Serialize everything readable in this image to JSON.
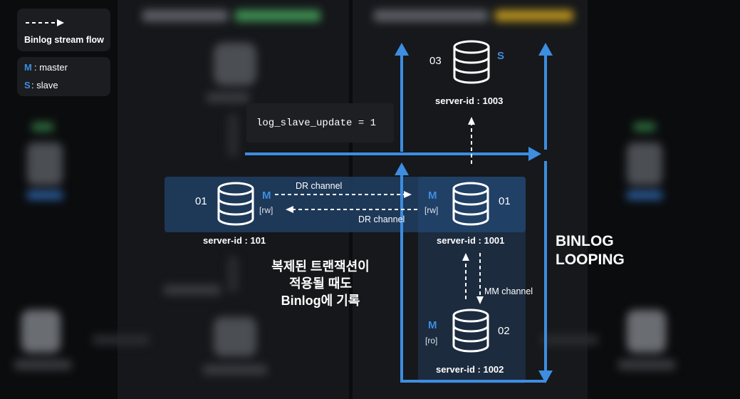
{
  "legend": {
    "stream_label": "Binlog stream flow",
    "master_key": "M",
    "master_label": ": master",
    "slave_key": "S",
    "slave_label": ": slave"
  },
  "code_box": "log_slave_update = 1",
  "servers": {
    "s101": {
      "num": "01",
      "mark": "M",
      "mode": "[rw]",
      "id": "server-id : 101"
    },
    "s1001": {
      "num": "01",
      "mark": "M",
      "mode": "[rw]",
      "id": "server-id : 1001"
    },
    "s1002": {
      "num": "02",
      "mark": "M",
      "mode": "[ro]",
      "id": "server-id : 1002"
    },
    "s1003": {
      "num": "03",
      "mark": "S",
      "id": "server-id : 1003"
    }
  },
  "channels": {
    "dr_top": "DR channel",
    "dr_bottom": "DR channel",
    "mm": "MM channel"
  },
  "caption": [
    "복제된 트랜잭션이",
    "적용될 때도",
    "Binlog에 기록"
  ],
  "looping": [
    "BINLOG",
    "LOOPING"
  ],
  "colors": {
    "accent": "#3d8de0",
    "highlight_band": "#1f3a5c",
    "background": "#0b0c0e"
  }
}
